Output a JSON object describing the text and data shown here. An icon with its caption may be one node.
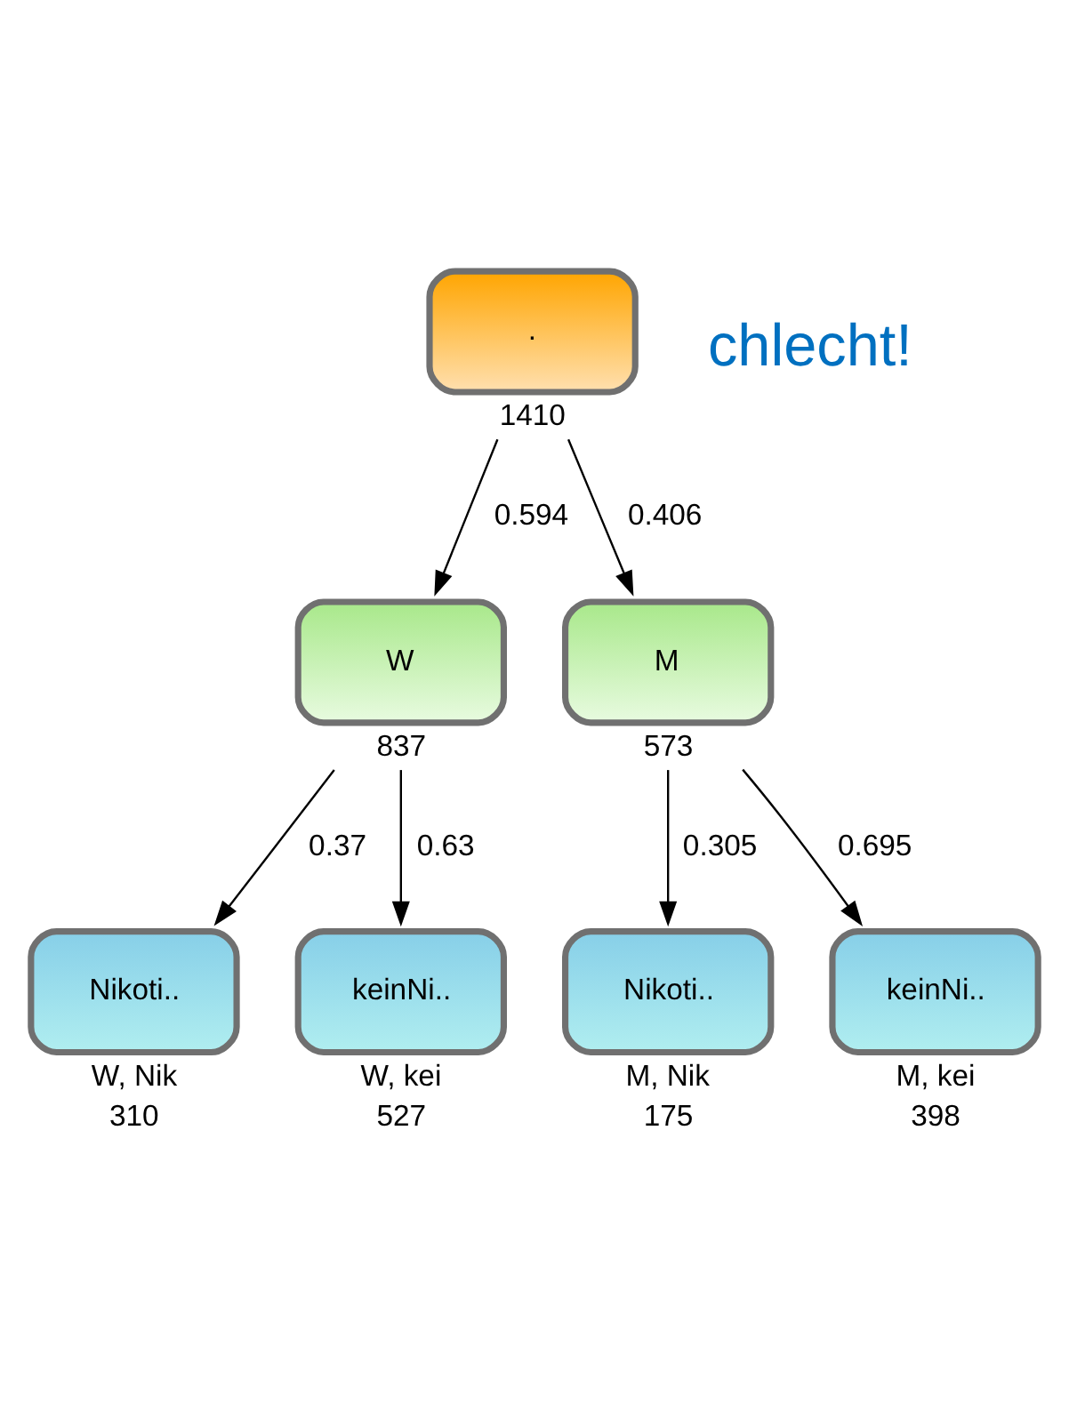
{
  "diagram": {
    "nodes": [
      {
        "text": [
          "."
        ],
        "beside": [
          "1410"
        ]
      },
      {
        "text": [
          "W"
        ],
        "beside": [
          "837"
        ]
      },
      {
        "text": [
          "M"
        ],
        "beside": [
          "573"
        ]
      },
      {
        "text": [
          "Nikoti.."
        ],
        "beside": [
          "W, Nik",
          "310"
        ]
      },
      {
        "text": [
          "keinNi.."
        ],
        "beside": [
          "W, kei",
          "527"
        ]
      },
      {
        "text": [
          "Nikoti.."
        ],
        "beside": [
          "M, Nik",
          "175"
        ]
      },
      {
        "text": [
          "keinNi.."
        ],
        "beside": [
          "M, kei",
          "398"
        ]
      }
    ],
    "edges": [
      {
        "from": 0,
        "to": 1,
        "arrow": "to",
        "label": "0.594"
      },
      {
        "from": 0,
        "to": 2,
        "arrow": "to",
        "label": "0.406"
      },
      {
        "from": 1,
        "to": 3,
        "arrow": "to",
        "label": "0.37"
      },
      {
        "from": 1,
        "to": 4,
        "arrow": "to",
        "label": "0.63"
      },
      {
        "from": 2,
        "to": 5,
        "arrow": "to",
        "label": "0.305"
      },
      {
        "from": 2,
        "to": 6,
        "arrow": "to",
        "label": "0.695"
      }
    ],
    "labels": [
      "chlecht!"
    ]
  }
}
